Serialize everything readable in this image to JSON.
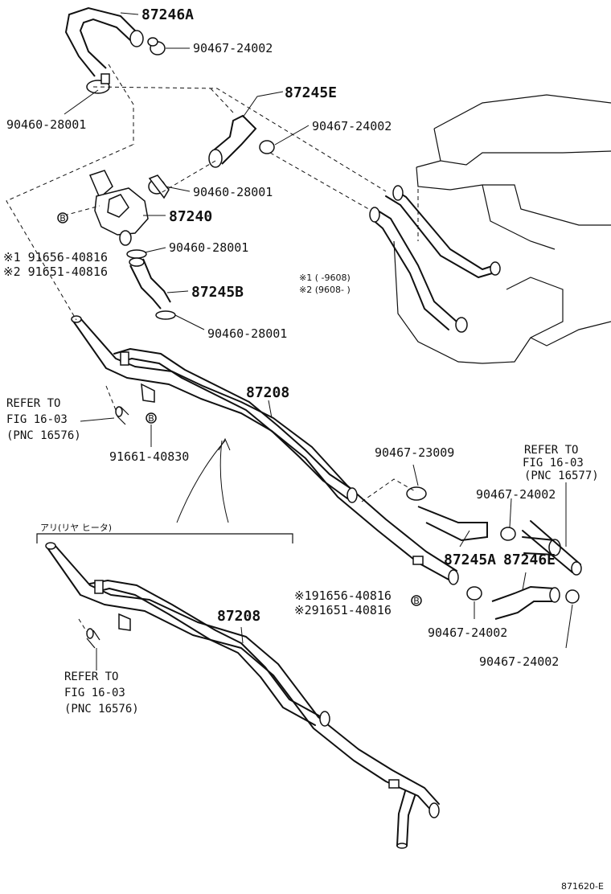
{
  "labels": {
    "p87246A": "87246A",
    "c9046724002_top": "90467-24002",
    "c9046028001_left": "90460-28001",
    "p87245E": "87245E",
    "c9046724002_mid": "90467-24002",
    "c9046028001_upper": "90460-28001",
    "p87240": "87240",
    "s1_bolt": "※1 91656-40816",
    "s2_bolt": "※2 91651-40816",
    "c9046028001_mid": "90460-28001",
    "p87245B": "87245B",
    "c9046028001_low": "90460-28001",
    "note1": "※1 (    -9608)",
    "note2": "※2 (9608-      )",
    "refer1_a": "REFER TO",
    "refer1_b": "FIG 16-03",
    "refer1_c": "(PNC 16576)",
    "p87208_top": "87208",
    "b9166140830": "91661-40830",
    "c9046723009": "90467-23009",
    "refer2_a": "REFER TO",
    "refer2_b": "FIG 16-03",
    "refer2_c": "(PNC 16577)",
    "c9046724002_r": "90467-24002",
    "p87245A": "87245A",
    "p87246E": "87246E",
    "s1_bolt2": "※191656-40816",
    "s2_bolt2": "※291651-40816",
    "c9046724002_b1": "90467-24002",
    "c9046724002_b2": "90467-24002",
    "variant": "アリ(リヤ ヒータ)",
    "p87208_bottom": "87208",
    "refer3_a": "REFER TO",
    "refer3_b": "FIG 16-03",
    "refer3_c": "(PNC 16576)",
    "circle_b": "B",
    "code": "871620-E"
  }
}
